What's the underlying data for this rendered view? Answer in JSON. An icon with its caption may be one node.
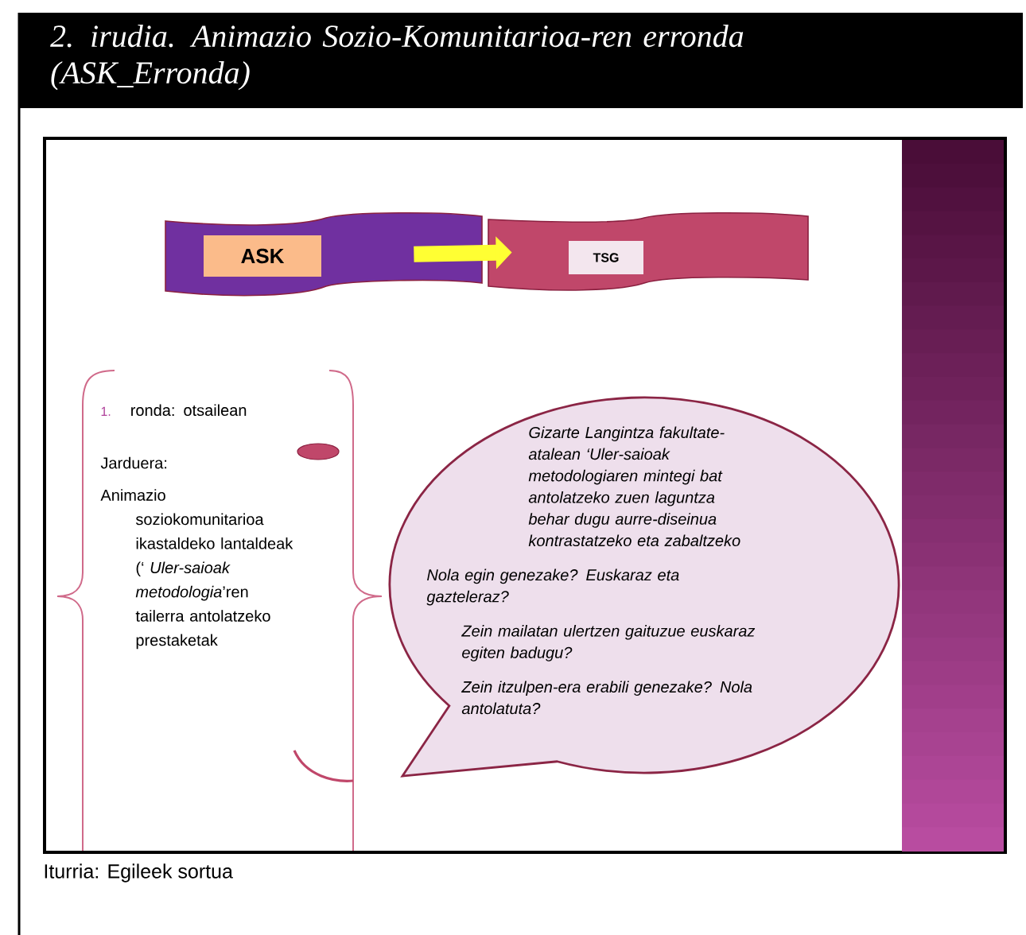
{
  "diagram": {
    "title": "2. irudia. Animazio Sozio-Komunitarioa-ren erronda (ASK_Erronda)",
    "caption": "Iturria: Egileek sortua",
    "nodes": [
      {
        "text": [],
        "shape": "band"
      },
      {
        "text": [
          "ASK"
        ],
        "in": 0
      },
      {
        "text": [],
        "shape": "band"
      },
      {
        "text": [
          "TSG"
        ],
        "in": 2
      },
      {
        "text": [
          "1.",
          "ronda: otsailean",
          "Jarduera:",
          "Animazio soziokomunitarioa ikastaldeko lantaldeak (‘ *Uler-saioak metodologia*’ren tailerra antolatzeko prestaketak"
        ]
      },
      {
        "text": [
          "Gizarte Langintza fakultate-atalean ‘Uler-saioak metodologiaren mintegi bat antolatzeko zuen laguntza behar dugu aurre-diseinua kontrastatzeko eta zabaltzeko",
          "Nola egin genezake? Euskaraz eta gazteleraz?",
          "Zein mailatan ulertzen gaituzue euskaraz egiten badugu?",
          "Zein itzulpen-era erabili genezake? Nola antolatuta?"
        ]
      }
    ],
    "edges": [
      {
        "from": 1,
        "to": 2,
        "arrow": "to"
      }
    ]
  }
}
